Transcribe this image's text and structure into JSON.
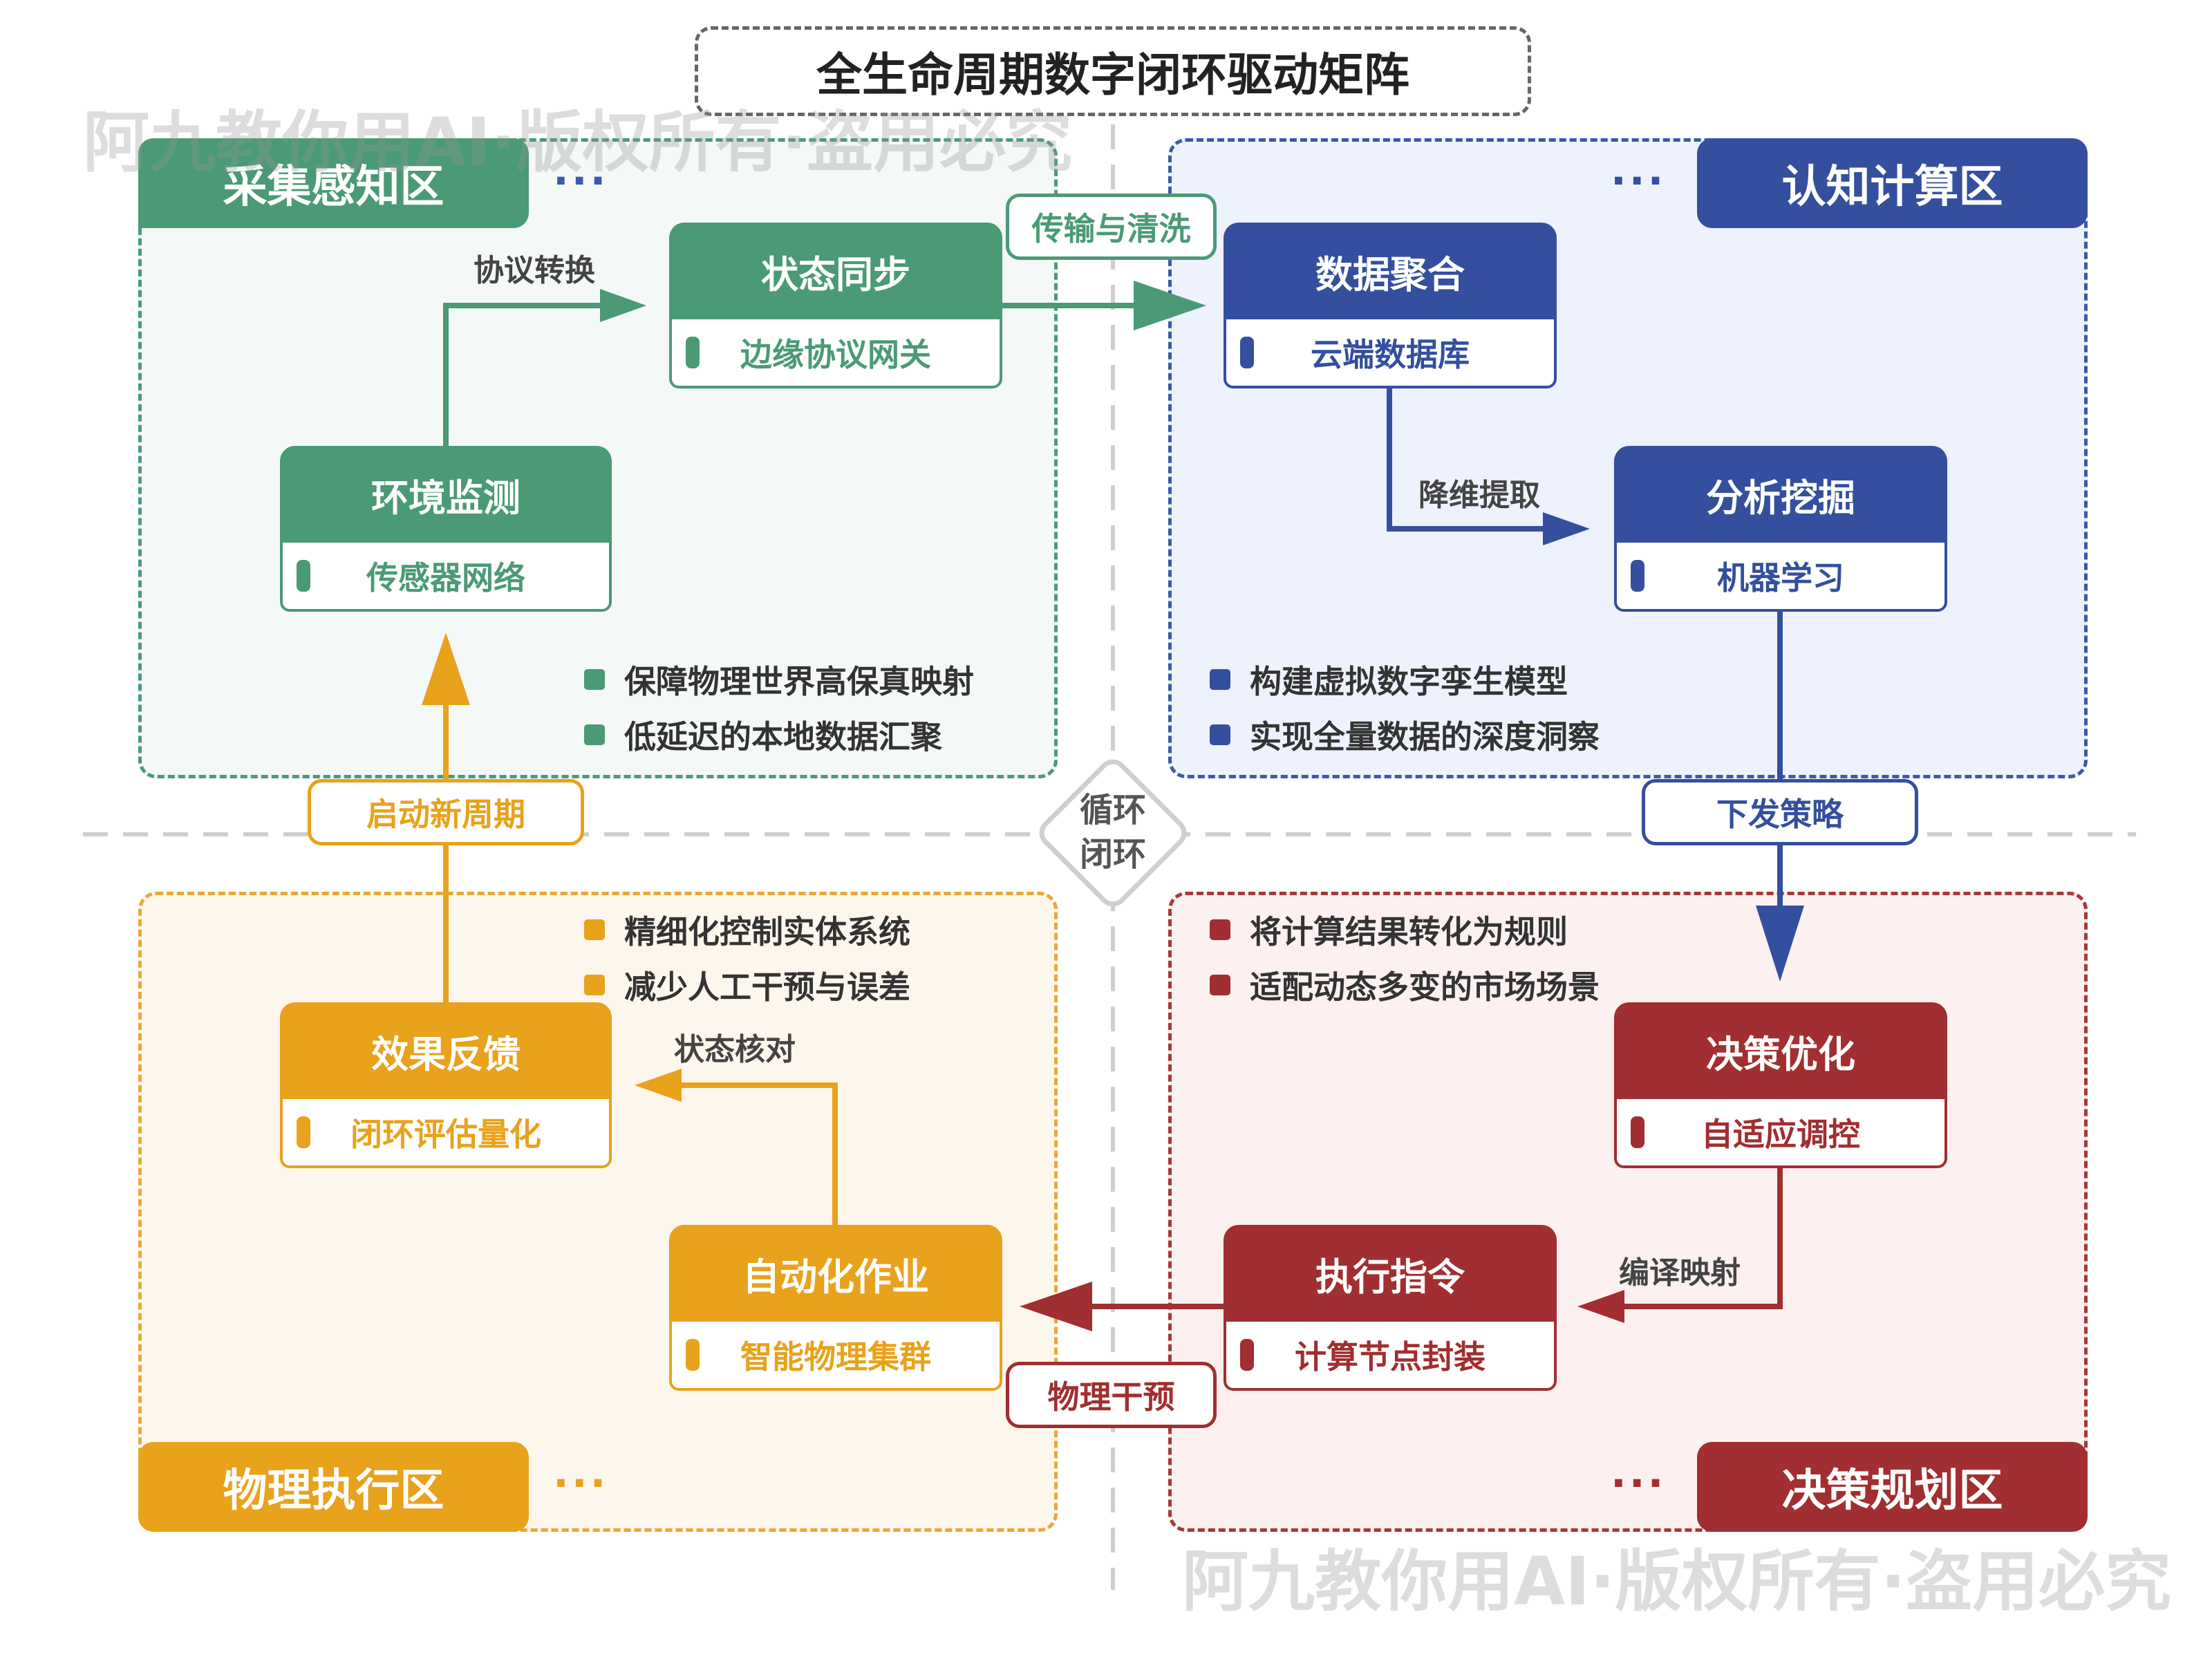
{
  "title": "全生命周期数字闭环驱动矩阵",
  "watermark": "阿九教你用AI·版权所有·盗用必究",
  "center": {
    "line1": "循环",
    "line2": "闭环"
  },
  "colors": {
    "green": "#4a9a76",
    "blue": "#334f9e",
    "gold": "#e8a21c",
    "red": "#a12e30"
  },
  "zones": {
    "sense": {
      "label": "采集感知区",
      "dots": "···"
    },
    "compute": {
      "label": "认知计算区",
      "dots": "···"
    },
    "execute": {
      "label": "物理执行区",
      "dots": "···"
    },
    "decide": {
      "label": "决策规划区",
      "dots": "···"
    }
  },
  "nodes": {
    "env_monitor": {
      "title": "环境监测",
      "sub": "传感器网络"
    },
    "state_sync": {
      "title": "状态同步",
      "sub": "边缘协议网关"
    },
    "data_agg": {
      "title": "数据聚合",
      "sub": "云端数据库"
    },
    "analysis": {
      "title": "分析挖掘",
      "sub": "机器学习"
    },
    "decision_opt": {
      "title": "决策优化",
      "sub": "自适应调控"
    },
    "exec_cmd": {
      "title": "执行指令",
      "sub": "计算节点封装"
    },
    "auto_ops": {
      "title": "自动化作业",
      "sub": "智能物理集群"
    },
    "feedback": {
      "title": "效果反馈",
      "sub": "闭环评估量化"
    }
  },
  "edges": {
    "protocol": "协议转换",
    "reduce": "降维提取",
    "compile": "编译映射",
    "state_check": "状态核对"
  },
  "bridges": {
    "transfer": "传输与清洗",
    "dispatch": "下发策略",
    "intervene": "物理干预",
    "restart": "启动新周期"
  },
  "bullets": {
    "sense": [
      "保障物理世界高保真映射",
      "低延迟的本地数据汇聚"
    ],
    "compute": [
      "构建虚拟数字孪生模型",
      "实现全量数据的深度洞察"
    ],
    "execute": [
      "精细化控制实体系统",
      "减少人工干预与误差"
    ],
    "decide": [
      "将计算结果转化为规则",
      "适配动态多变的市场场景"
    ]
  }
}
